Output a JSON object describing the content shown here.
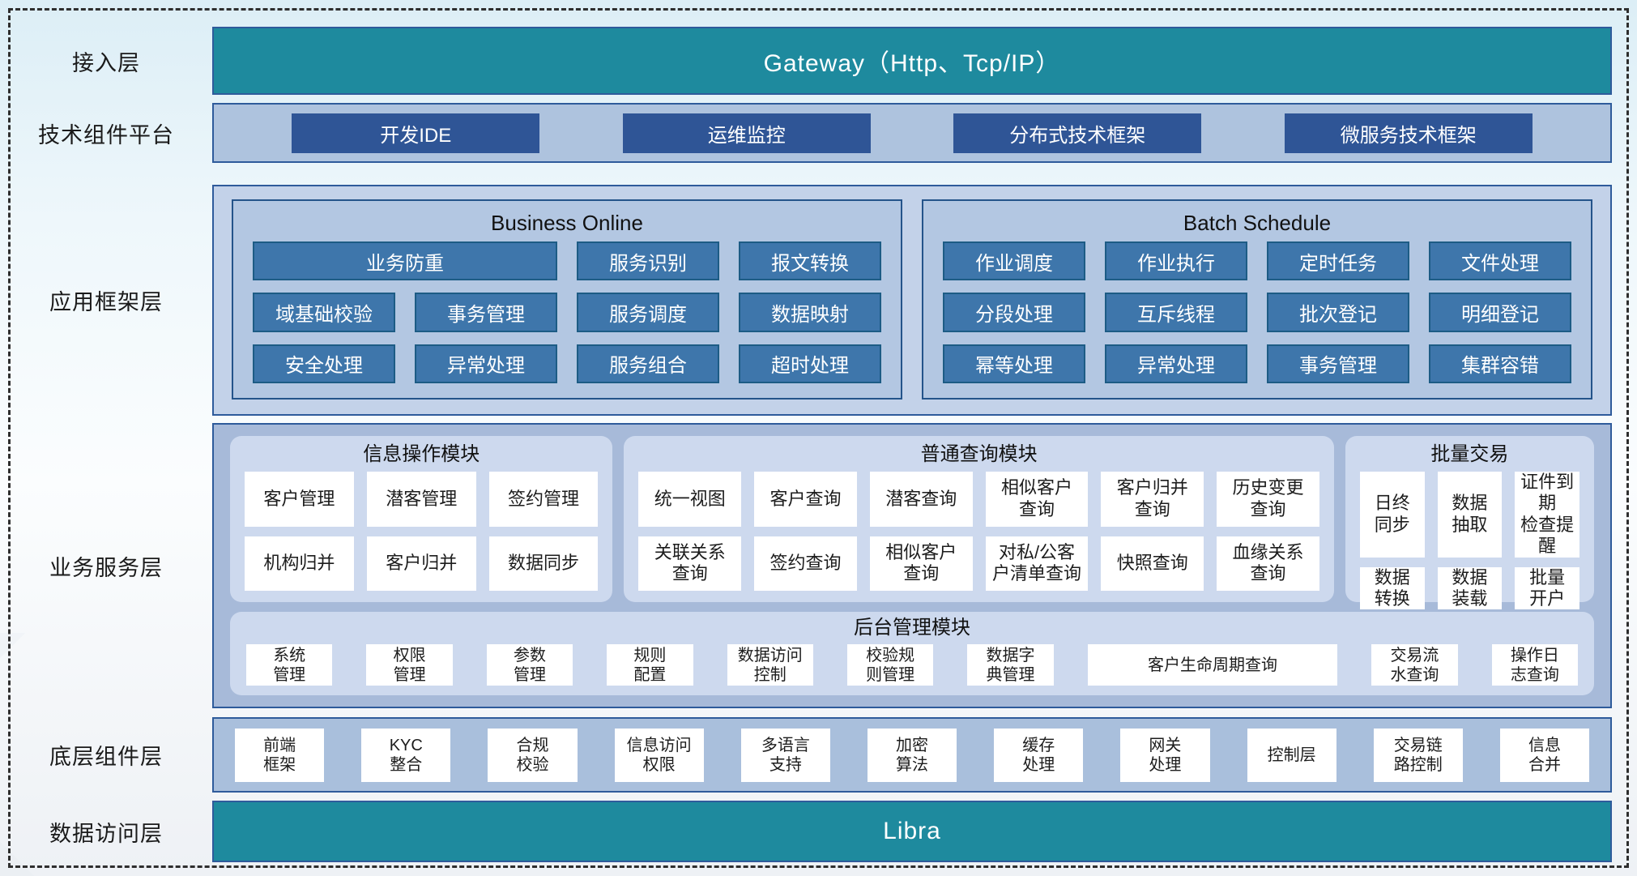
{
  "colors": {
    "teal_bar": "#1e8a9e",
    "navy_box": "#2f5596",
    "steel_box": "#3e76ab",
    "container_border": "#2e5b9b",
    "light_container": "#c3d2e9",
    "rounded_panel": "#cdd9ee"
  },
  "access_layer": {
    "label": "接入层",
    "bar": "Gateway（Http、Tcp/IP）"
  },
  "tech_platform": {
    "label": "技术组件平台",
    "items": [
      "开发IDE",
      "运维监控",
      "分布式技术框架",
      "微服务技术框架"
    ]
  },
  "app_framework": {
    "label": "应用框架层",
    "panels": [
      {
        "title": "Business Online",
        "boxes": [
          "业务防重",
          "服务识别",
          "报文转换",
          "域基础校验",
          "事务管理",
          "服务调度",
          "数据映射",
          "安全处理",
          "异常处理",
          "服务组合",
          "超时处理"
        ]
      },
      {
        "title": "Batch Schedule",
        "boxes": [
          "作业调度",
          "作业执行",
          "定时任务",
          "文件处理",
          "分段处理",
          "互斥线程",
          "批次登记",
          "明细登记",
          "幂等处理",
          "异常处理",
          "事务管理",
          "集群容错"
        ]
      }
    ]
  },
  "business_service": {
    "label": "业务服务层",
    "modules": [
      {
        "title": "信息操作模块",
        "boxes": [
          "客户管理",
          "潜客管理",
          "签约管理",
          "机构归并",
          "客户归并",
          "数据同步"
        ]
      },
      {
        "title": "普通查询模块",
        "boxes": [
          "统一视图",
          "客户查询",
          "潜客查询",
          "相似客户\n查询",
          "客户归并\n查询",
          "历史变更\n查询",
          "关联关系\n查询",
          "签约查询",
          "相似客户\n查询",
          "对私/公客\n户清单查询",
          "快照查询",
          "血缘关系\n查询"
        ]
      },
      {
        "title": "批量交易",
        "boxes": [
          "日终\n同步",
          "数据\n抽取",
          "证件到期\n检查提醒",
          "数据\n转换",
          "数据\n装载",
          "批量\n开户"
        ]
      }
    ],
    "admin_module": {
      "title": "后台管理模块",
      "boxes": [
        "系统\n管理",
        "权限\n管理",
        "参数\n管理",
        "规则\n配置",
        "数据访问\n控制",
        "校验规\n则管理",
        "数据字\n典管理",
        "客户生命周期查询",
        "交易流\n水查询",
        "操作日\n志查询"
      ]
    }
  },
  "base_components": {
    "label": "底层组件层",
    "items": [
      "前端\n框架",
      "KYC\n整合",
      "合规\n校验",
      "信息访问\n权限",
      "多语言\n支持",
      "加密\n算法",
      "缓存\n处理",
      "网关\n处理",
      "控制层",
      "交易链\n路控制",
      "信息\n合并"
    ]
  },
  "data_access": {
    "label": "数据访问层",
    "bar": "Libra"
  }
}
